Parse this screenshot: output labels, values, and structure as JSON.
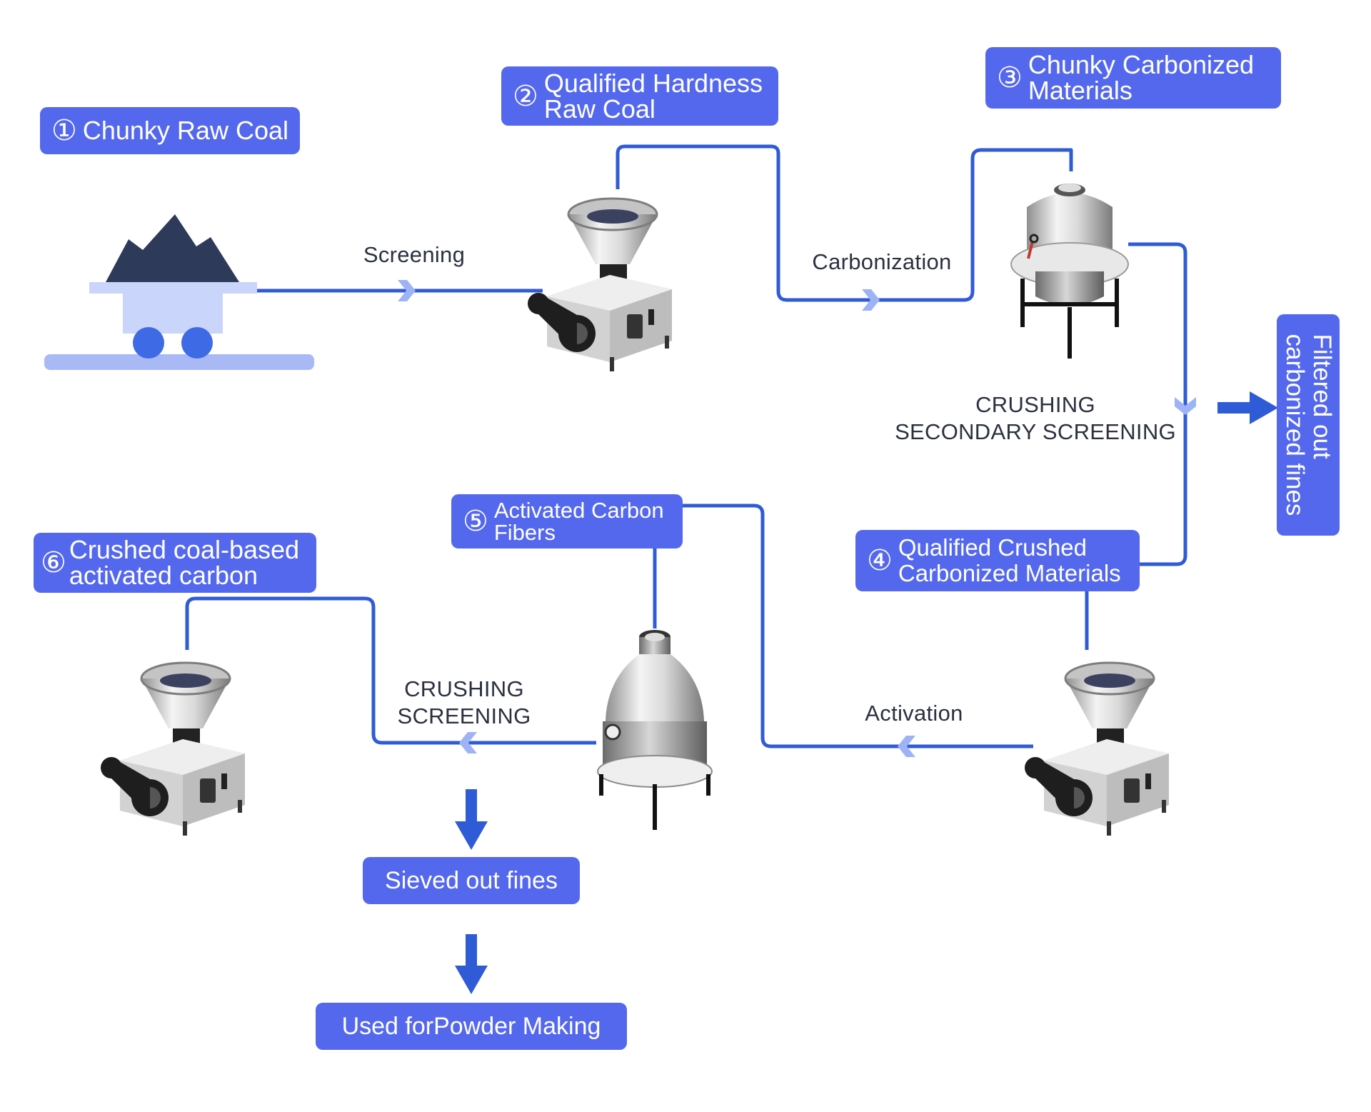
{
  "stages": {
    "s1": {
      "num": "①",
      "lines": [
        "Chunky Raw Coal"
      ]
    },
    "s2": {
      "num": "②",
      "lines": [
        "Qualified Hardness",
        "Raw Coal"
      ]
    },
    "s3": {
      "num": "③",
      "lines": [
        "Chunky Carbonized",
        "Materials"
      ]
    },
    "s4": {
      "num": "④",
      "lines": [
        "Qualified Crushed",
        "Carbonized Materials"
      ]
    },
    "s5": {
      "num": "⑤",
      "lines": [
        "Activated Carbon",
        "Fibers"
      ]
    },
    "s6": {
      "num": "⑥",
      "lines": [
        "Crushed coal-based",
        "activated carbon"
      ]
    }
  },
  "processes": {
    "screening": "Screening",
    "carbonization": "Carbonization",
    "crushing_secondary": [
      "CRUSHING",
      "SECONDARY SCREENING"
    ],
    "activation": "Activation",
    "crushing_screening": [
      "CRUSHING",
      "SCREENING"
    ]
  },
  "outputs": {
    "filtered": [
      "Filtered out",
      "carbonized fines"
    ],
    "sieved": "Sieved out fines",
    "powder": "Used forPowder Making"
  },
  "colors": {
    "tag": "#5468ee",
    "line": "#2f5bd6",
    "chevron": "#9db3f5",
    "arrow": "#2f5bd6",
    "coal": "#2e3a59",
    "cart": "#c9d5fb",
    "rail": "#a9b9f6",
    "wheel": "#3f6ae6"
  }
}
